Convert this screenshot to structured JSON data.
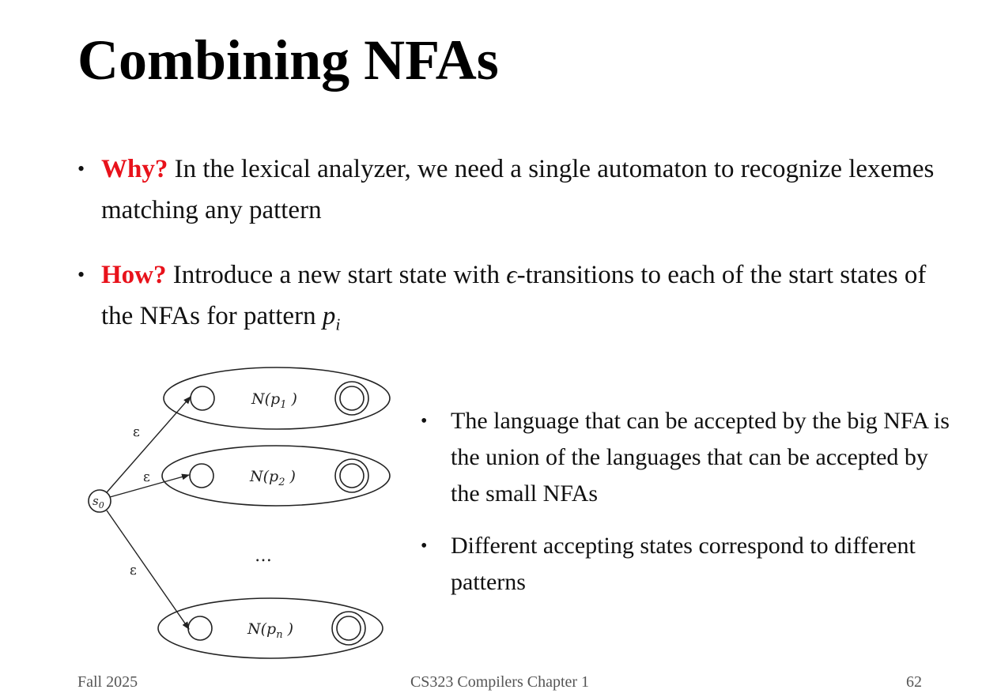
{
  "slide": {
    "title": "Combining NFAs",
    "bullets": [
      {
        "keyword": "Why?",
        "text": " In the lexical analyzer, we need a single automaton to recognize lexemes matching any pattern"
      },
      {
        "keyword": "How?",
        "text_before": " Introduce a new start state with ",
        "epsilon": "ϵ",
        "text_after": "-transitions to each of the start states of the NFAs for pattern ",
        "var": "p",
        "var_sub": "i"
      }
    ],
    "side_bullets": [
      "The language that can be accepted by the big NFA is the union of the languages that can be accepted by the small NFAs",
      "Different accepting states correspond to different patterns"
    ]
  },
  "diagram": {
    "start_state": {
      "label": "s",
      "sub": "0"
    },
    "edge_label": "ε",
    "nfas": [
      {
        "label": "N(p",
        "sub": "1",
        "close": " )"
      },
      {
        "label": "N(p",
        "sub": "2",
        "close": " )"
      },
      {
        "label": "N(p",
        "sub": "n",
        "close": " )"
      }
    ],
    "ellipsis": "…"
  },
  "footer": {
    "left": "Fall 2025",
    "center": "CS323 Compilers Chapter 1",
    "right": "62"
  },
  "colors": {
    "keyword": "#e8121b",
    "text": "#111111"
  }
}
